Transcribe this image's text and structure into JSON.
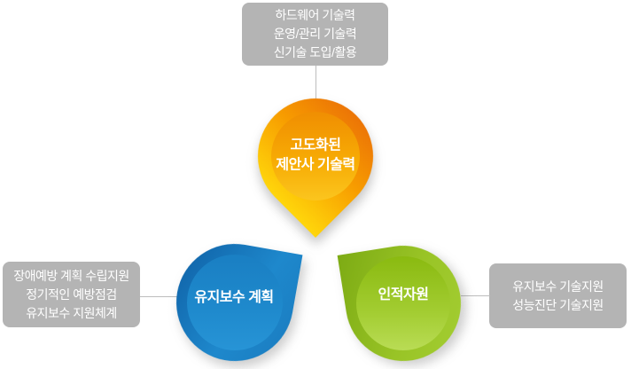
{
  "diagram": {
    "top_box": {
      "lines": [
        "하드웨어 기술력",
        "운영/관리 기술력",
        "신기술 도입/활용"
      ]
    },
    "left_box": {
      "lines": [
        "장애예방 계획 수립지원",
        "정기적인 예방점검",
        "유지보수 지원체계"
      ]
    },
    "right_box": {
      "lines": [
        "유지보수 기술지원",
        "성능진단 기술지원"
      ]
    },
    "pins": {
      "top": {
        "lines": [
          "고도화된",
          "제안사 기술력"
        ]
      },
      "left": {
        "label": "유지보수 계획"
      },
      "right": {
        "label": "인적자원"
      }
    },
    "colors": {
      "label_box_bg": "#b4b4b4",
      "label_box_text": "#ffffff",
      "connector_line": "#bdbdbd",
      "pin_top_gradient": [
        "#ec7506",
        "#ffd60b"
      ],
      "pin_top_inner_gradient": [
        "#f08e02",
        "#fbc51e"
      ],
      "pin_left_gradient": [
        "#0f61a6",
        "#1e88cc"
      ],
      "pin_left_inner_gradient": [
        "#1a7fc3",
        "#2794d6"
      ],
      "pin_right_gradient": [
        "#7dab14",
        "#a4ce33"
      ],
      "pin_right_inner_gradient": [
        "#8aba10",
        "#b9dc55"
      ]
    }
  }
}
